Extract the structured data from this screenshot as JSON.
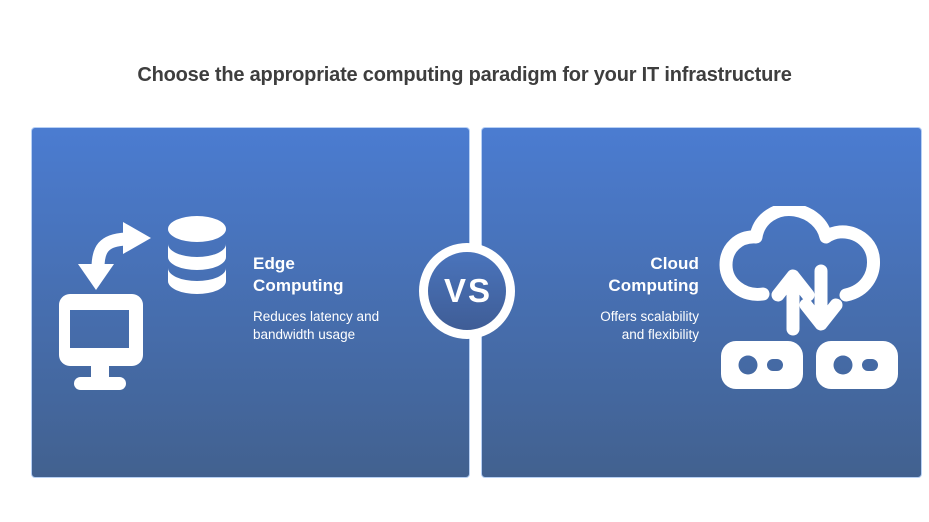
{
  "title": "Choose the appropriate computing paradigm for your IT infrastructure",
  "vs_badge": {
    "label": "VS"
  },
  "colors": {
    "panel_gradient_top": "#4b7cd1",
    "panel_gradient_bottom": "#42618f",
    "panel_border": "#b7d0f5",
    "badge_gradient_top": "#4a74bc",
    "badge_gradient_bottom": "#3f5d96",
    "title_text": "#3e3e3e",
    "panel_text": "#ffffff"
  },
  "left_panel": {
    "icon": "edge-device-database-sync-icon",
    "heading_line1": "Edge",
    "heading_line2": "Computing",
    "description_line1": "Reduces latency and",
    "description_line2": "bandwidth usage"
  },
  "right_panel": {
    "icon": "cloud-data-transfer-servers-icon",
    "heading_line1": "Cloud",
    "heading_line2": "Computing",
    "description_line1": "Offers scalability",
    "description_line2": "and flexibility"
  }
}
